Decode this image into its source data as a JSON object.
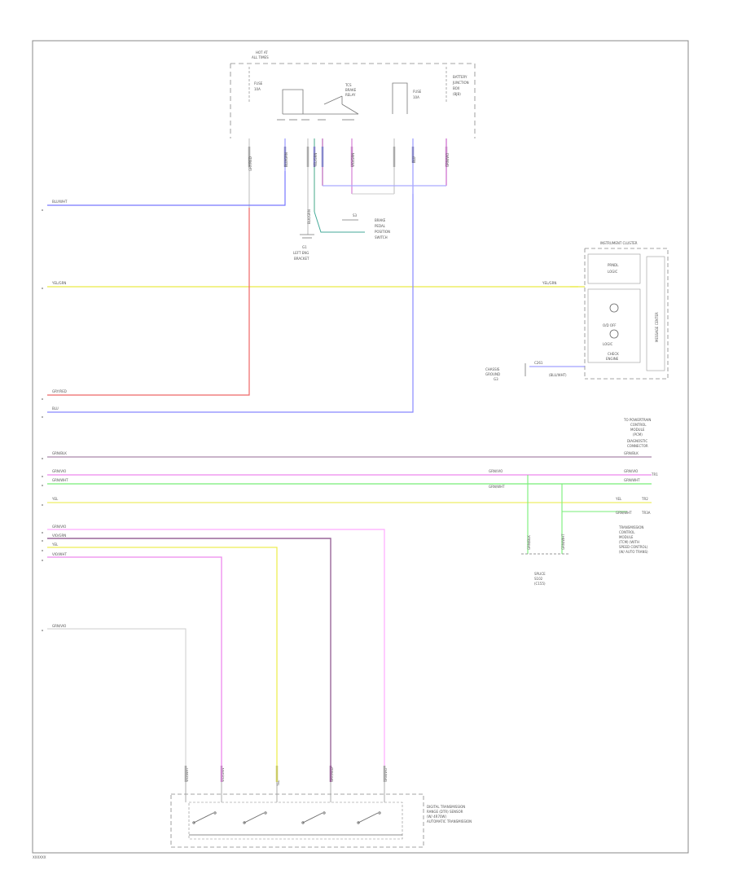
{
  "wire_labels_left": {
    "w1": "BLU/WHT",
    "w2": "YEL/GRN",
    "w3": "GRY/RED",
    "w4": "BLU",
    "w5": "GRN/BLK",
    "w6": "GRN/VIO",
    "w7": "GRN/WHT",
    "w8": "YEL",
    "w9": "GRN/VIO",
    "w10": "VIO/GRN",
    "w11": "YEL",
    "w12": "VIO/WHT",
    "w13": "GRN/VIO"
  },
  "wire_labels_right": {
    "r1": "YEL/GRN",
    "r2": "GRN/BLK",
    "r3": "GRN/VIO",
    "r4": "GRN/WHT",
    "r5": "GRN/VIO",
    "r6": "GRN/WHT",
    "r7": "YEL",
    "r8": "GRN/WHT"
  },
  "vertical_labels": {
    "v1": "GRY/RED",
    "v2": "BLU/GRN",
    "v3": "BLK/GRN",
    "v4": "YEL/GRN",
    "v5": "BLU",
    "v6": "VIO/GRN",
    "v7": "GRN/VIO",
    "v8": "VIO/WHT",
    "v9": "YEL",
    "v10": "VIO/GRN",
    "v11": "GRN/VIO",
    "v12": "GRY/RED",
    "v13": "GRN/BLK",
    "v14": "GRN/WHT"
  },
  "fuse_box": {
    "title_1": "HOT AT",
    "title_2": "ALL TIMES",
    "fuse_a_1": "FUSE",
    "fuse_a_2": "10A",
    "relay_1": "TCS",
    "relay_2": "BRAKE",
    "relay_3": "RELAY",
    "fuse_b_1": "FUSE",
    "fuse_b_2": "10A",
    "side_1": "BATTERY",
    "side_2": "JUNCTION",
    "side_3": "BOX",
    "side_4": "(BJB)"
  },
  "components": {
    "ground_1": "G1",
    "ground_2": "LEFT ENG",
    "ground_3": "BRACKET",
    "splice_1": "BRAKE",
    "splice_2": "PEDAL",
    "splice_3": "POSITION",
    "splice_4": "SWITCH",
    "splice_5": "S3",
    "cluster_title": "INSTRUMENT CLUSTER",
    "cluster_item_1": "PRNDL",
    "cluster_item_2": "LOGIC",
    "cluster_item_3": "O/D OFF",
    "cluster_item_4": "LOGIC",
    "cluster_item_5": "CHECK",
    "cluster_item_6": "ENGINE",
    "cluster_side": "MESSAGE CENTER",
    "ground_side_1": "CHASSIS",
    "ground_side_2": "GROUND",
    "ground_side_3": "G3",
    "connector_1": "C261",
    "connector_2": "(BLU/WHT)",
    "module_1": "TO POWERTRAIN",
    "module_2": "CONTROL",
    "module_3": "MODULE",
    "module_4": "(PCM)",
    "module_5": "DIAGNOSTIC",
    "module_6": "CONNECTOR",
    "tcm_1": "TRANSMISSION",
    "tcm_2": "CONTROL",
    "tcm_3": "MODULE",
    "tcm_4": "(TCM) (WITH",
    "tcm_5": "SPEED CONTROL)",
    "tcm_6": "(W/ AUTO TRANS)",
    "splice_b_1": "SPLICE",
    "splice_b_2": "S102",
    "splice_b_3": "(C155)",
    "dtr_1": "DIGITAL TRANSMISSION",
    "dtr_2": "RANGE (DTR) SENSOR",
    "dtr_3": "(W/ 4R70W)",
    "dtr_4": "AUTOMATIC TRANSMISSION",
    "r_pin": "TR1",
    "r_pin2": "TR2",
    "r_pin3": "TR3A"
  },
  "footer_code": "XXXXXX"
}
